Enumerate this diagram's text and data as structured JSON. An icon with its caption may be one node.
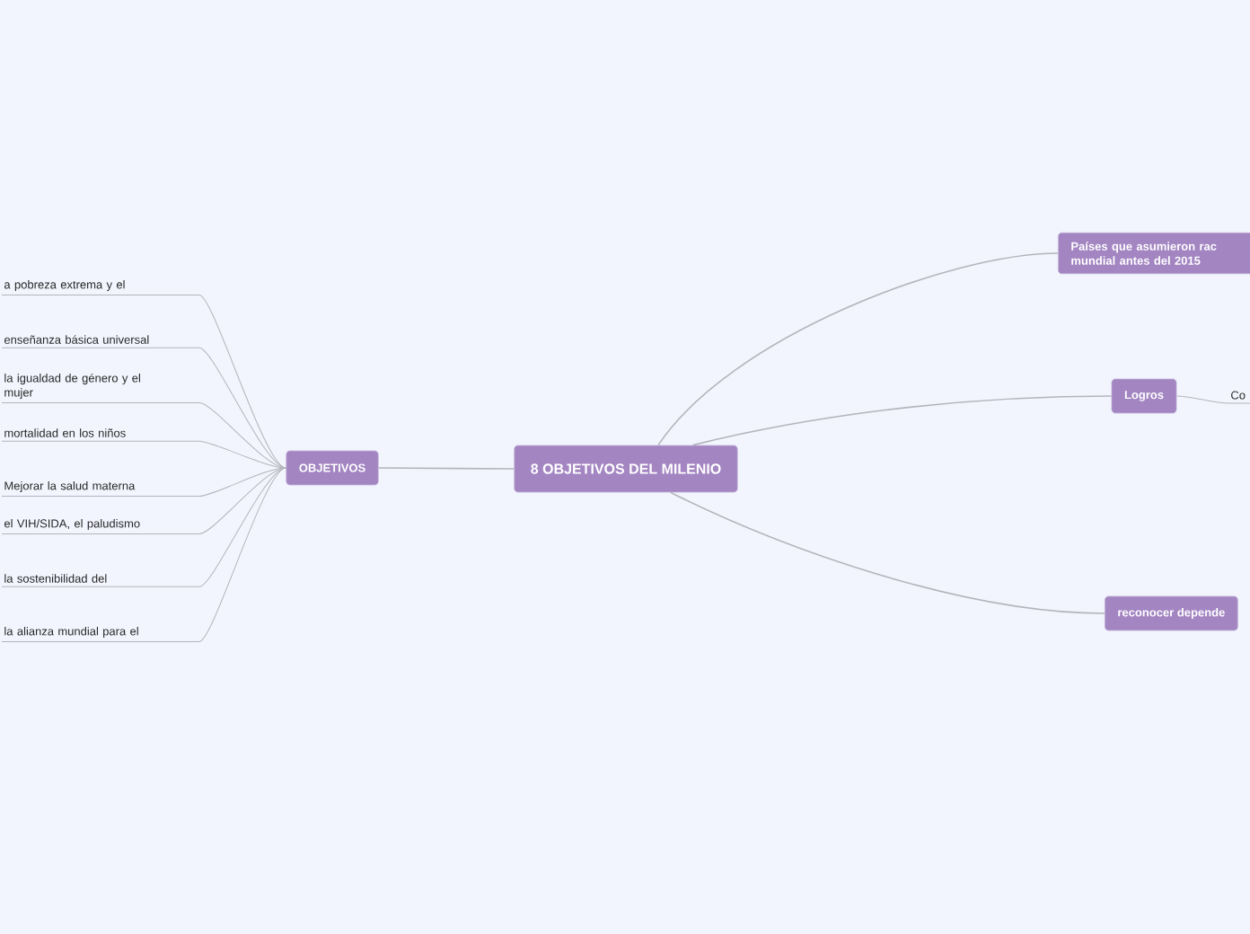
{
  "diagram": {
    "nodes": [
      {
        "text": [
          "8 OBJETIVOS DEL MILENIO"
        ]
      },
      {
        "text": [
          "OBJETIVOS"
        ]
      },
      {
        "text": [
          "a pobreza extrema y el"
        ]
      },
      {
        "text": [
          "enseñanza básica universal"
        ]
      },
      {
        "text": [
          "la igualdad de género y el mujer"
        ]
      },
      {
        "text": [
          "mortalidad en los niños"
        ]
      },
      {
        "text": [
          "Mejorar la salud materna"
        ]
      },
      {
        "text": [
          "el VIH/SIDA, el paludismo"
        ]
      },
      {
        "text": [
          "la sostenibilidad del"
        ]
      },
      {
        "text": [
          "la alianza mundial para el"
        ]
      },
      {
        "text": [
          "Países que asumieron rac mundial antes del 2015"
        ]
      },
      {
        "text": [
          "Logros"
        ]
      },
      {
        "text": [
          "Co"
        ]
      },
      {
        "text": [
          "reconocer depende"
        ]
      }
    ],
    "edges": [
      {
        "from": 0,
        "to": 1,
        "arrow": "none"
      },
      {
        "from": 1,
        "to": 2,
        "arrow": "none"
      },
      {
        "from": 1,
        "to": 3,
        "arrow": "none"
      },
      {
        "from": 1,
        "to": 4,
        "arrow": "none"
      },
      {
        "from": 1,
        "to": 5,
        "arrow": "none"
      },
      {
        "from": 1,
        "to": 6,
        "arrow": "none"
      },
      {
        "from": 1,
        "to": 7,
        "arrow": "none"
      },
      {
        "from": 1,
        "to": 8,
        "arrow": "none"
      },
      {
        "from": 1,
        "to": 9,
        "arrow": "none"
      },
      {
        "from": 0,
        "to": 10,
        "arrow": "none"
      },
      {
        "from": 0,
        "to": 11,
        "arrow": "none"
      },
      {
        "from": 11,
        "to": 12,
        "arrow": "none"
      },
      {
        "from": 0,
        "to": 13,
        "arrow": "none"
      }
    ]
  }
}
